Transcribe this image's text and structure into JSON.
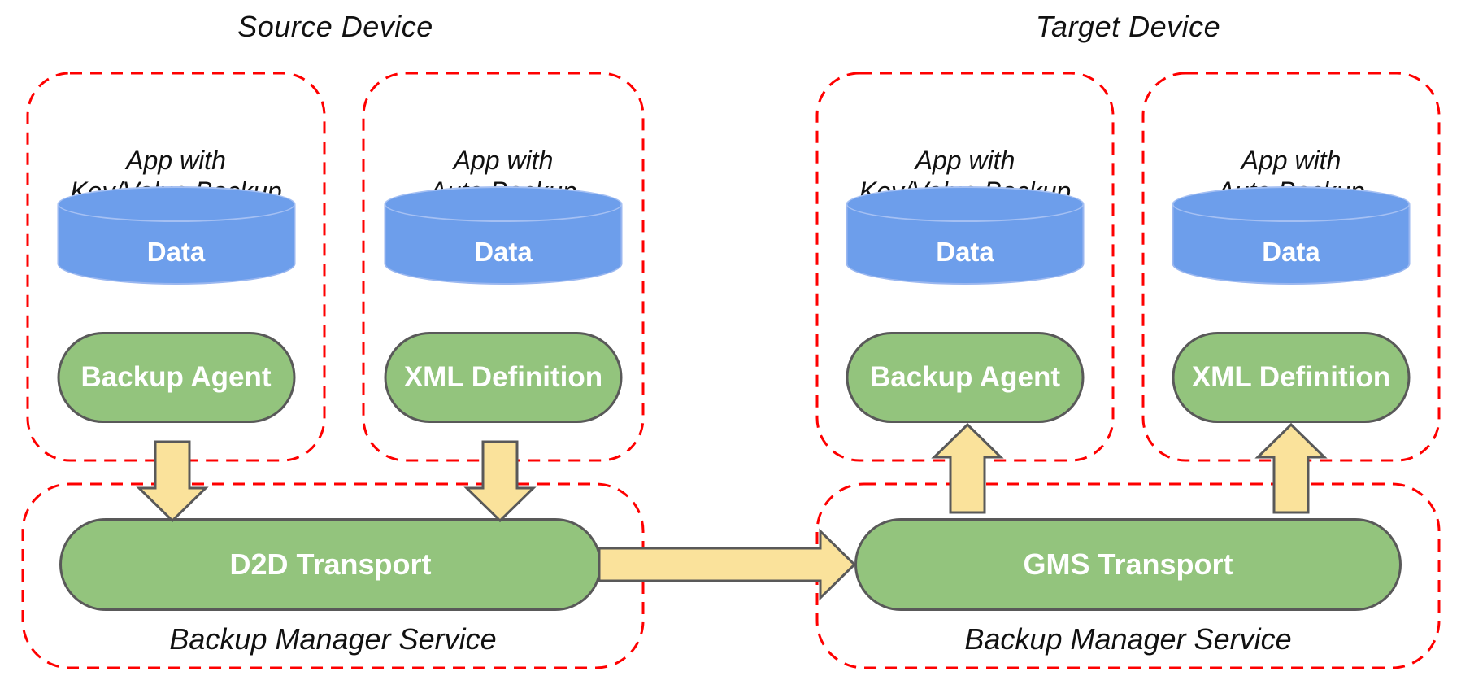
{
  "titles": {
    "source": "Source Device",
    "target": "Target Device"
  },
  "apps": [
    {
      "id": "source-keyvalue",
      "title_line1": "App with",
      "title_line2": "Key/Value Backup",
      "data_label": "Data",
      "component": "Backup Agent"
    },
    {
      "id": "source-auto",
      "title_line1": "App with",
      "title_line2": "Auto Backup",
      "data_label": "Data",
      "component": "XML Definition"
    },
    {
      "id": "target-keyvalue",
      "title_line1": "App with",
      "title_line2": "Key/Value Backup",
      "data_label": "Data",
      "component": "Backup Agent"
    },
    {
      "id": "target-auto",
      "title_line1": "App with",
      "title_line2": "Auto Backup",
      "data_label": "Data",
      "component": "XML Definition"
    }
  ],
  "services": [
    {
      "transport": "D2D Transport",
      "label": "Backup Manager Service"
    },
    {
      "transport": "GMS Transport",
      "label": "Backup Manager Service"
    }
  ],
  "arrows": [
    {
      "name": "backup-agent-to-d2d",
      "direction": "down"
    },
    {
      "name": "xml-definition-to-d2d",
      "direction": "down"
    },
    {
      "name": "d2d-to-gms",
      "direction": "right"
    },
    {
      "name": "gms-to-backup-agent",
      "direction": "up"
    },
    {
      "name": "gms-to-xml-definition",
      "direction": "up"
    }
  ],
  "colors": {
    "dashed_border": "#fe0000",
    "component_fill": "#93c47d",
    "component_stroke": "#595959",
    "data_fill": "#6d9eeb",
    "data_stroke": "#9ab7f0",
    "arrow_fill": "#fae29b",
    "arrow_stroke": "#595959",
    "text": "#111111",
    "shape_text": "#ffffff"
  }
}
